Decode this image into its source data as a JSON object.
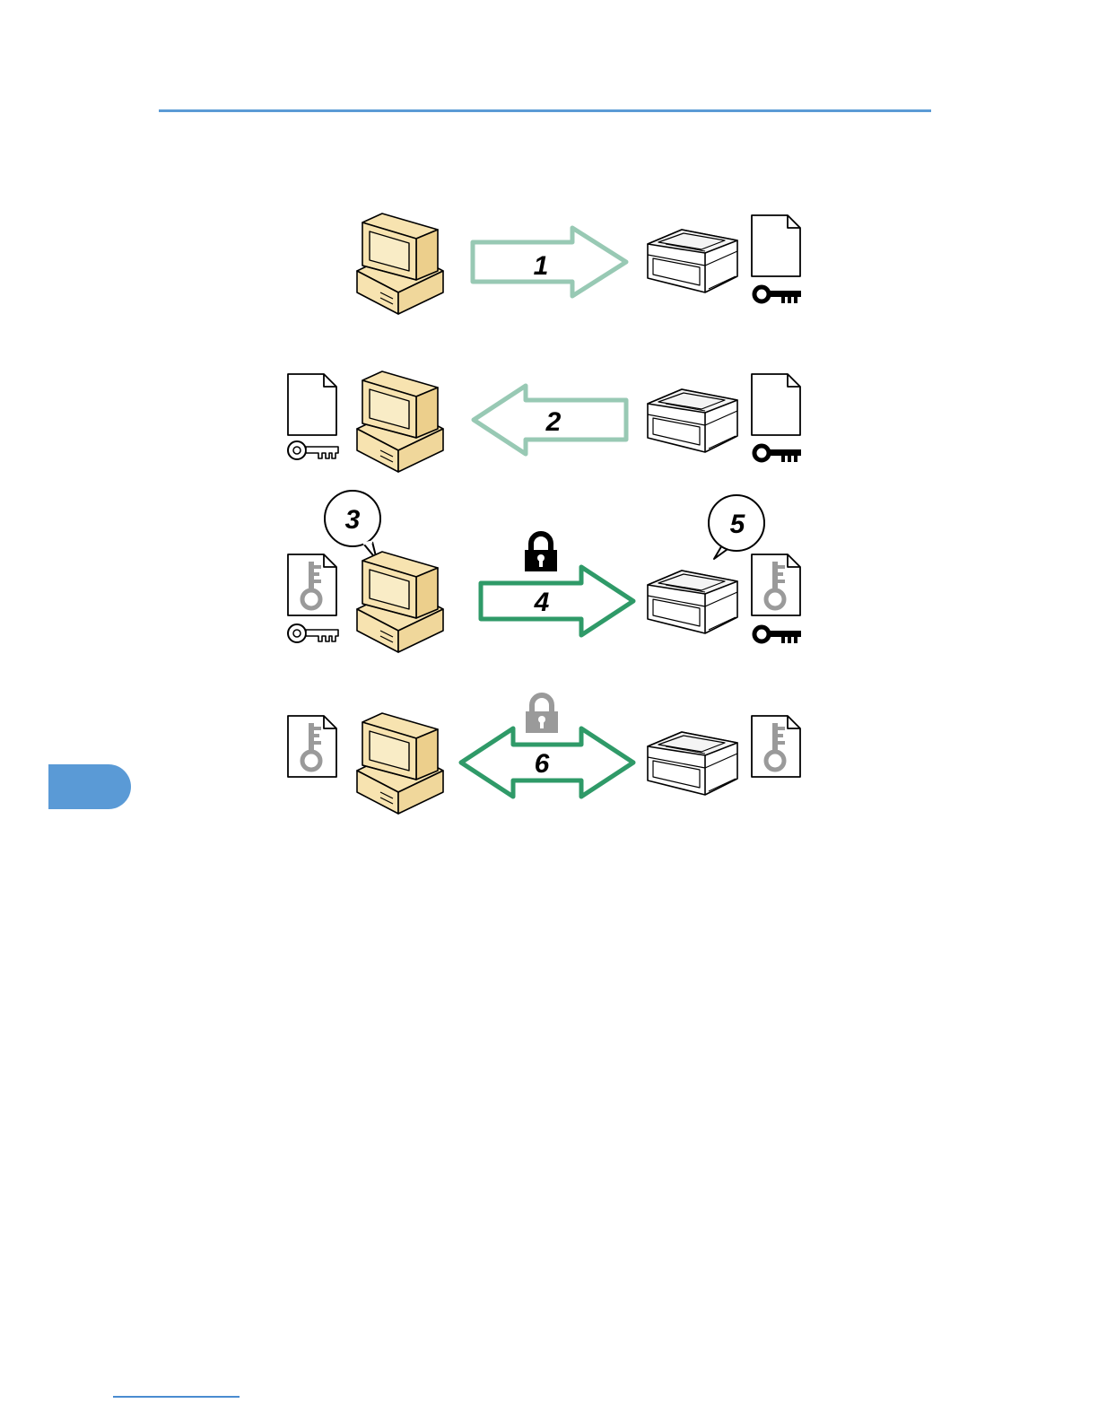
{
  "page": {
    "chapter_tab_color": "#5a9ad6",
    "rule_color": "#5b9bd5"
  },
  "diagram": {
    "colors": {
      "computer": "#f7e3b0",
      "arrow_light": "#98c9b4",
      "arrow_dark": "#2f9a68",
      "lock_gray": "#9a9a9a",
      "key_gray": "#9a9a9a"
    },
    "steps": [
      {
        "label": "1"
      },
      {
        "label": "2"
      },
      {
        "label": "3"
      },
      {
        "label": "4"
      },
      {
        "label": "5"
      },
      {
        "label": "6"
      }
    ]
  }
}
